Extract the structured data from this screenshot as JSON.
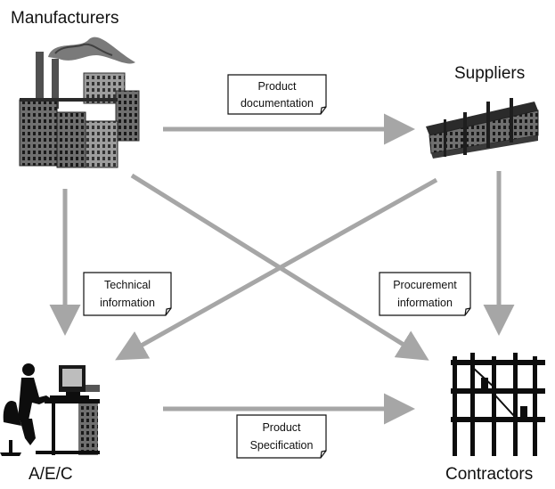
{
  "nodes": {
    "manufacturers": "Manufacturers",
    "suppliers": "Suppliers",
    "aec": "A/E/C",
    "contractors": "Contractors"
  },
  "notes": {
    "product_documentation": [
      "Product",
      "documentation"
    ],
    "technical_information": [
      "Technical",
      "information"
    ],
    "procurement_information": [
      "Procurement",
      "information"
    ],
    "product_specification": [
      "Product",
      "Specification"
    ]
  },
  "icons": {
    "manufacturers": "factory-icon",
    "suppliers": "warehouse-icon",
    "aec": "designer-at-computer-icon",
    "contractors": "building-frame-icon"
  },
  "colors": {
    "arrow": "#a6a6a6",
    "ink": "#111111"
  }
}
